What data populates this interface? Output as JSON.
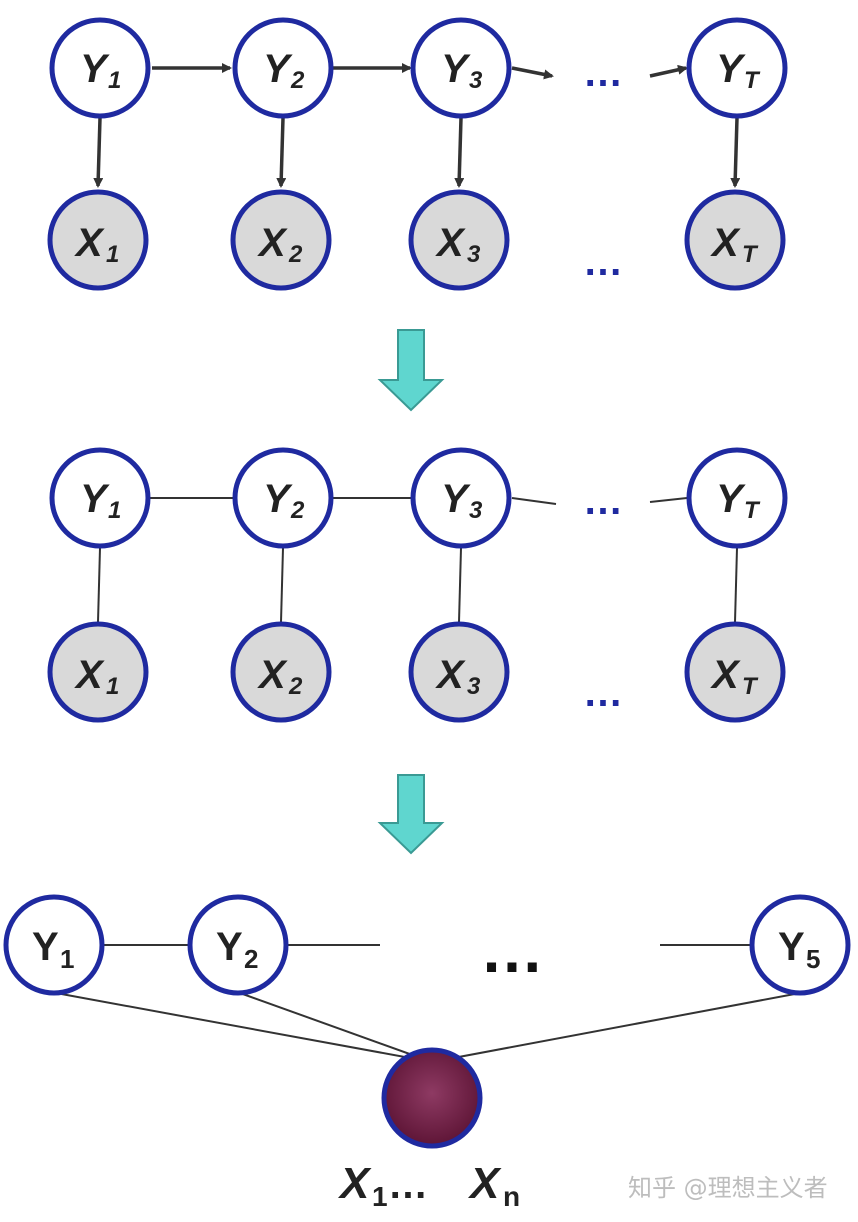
{
  "panel1": {
    "hidden": [
      {
        "letter": "Y",
        "sub": "1"
      },
      {
        "letter": "Y",
        "sub": "2"
      },
      {
        "letter": "Y",
        "sub": "3"
      },
      {
        "letter": "Y",
        "sub": "T"
      }
    ],
    "observed": [
      {
        "letter": "X",
        "sub": "1"
      },
      {
        "letter": "X",
        "sub": "2"
      },
      {
        "letter": "X",
        "sub": "3"
      },
      {
        "letter": "X",
        "sub": "T"
      }
    ],
    "ellipsis": "…"
  },
  "panel2": {
    "hidden": [
      {
        "letter": "Y",
        "sub": "1"
      },
      {
        "letter": "Y",
        "sub": "2"
      },
      {
        "letter": "Y",
        "sub": "3"
      },
      {
        "letter": "Y",
        "sub": "T"
      }
    ],
    "observed": [
      {
        "letter": "X",
        "sub": "1"
      },
      {
        "letter": "X",
        "sub": "2"
      },
      {
        "letter": "X",
        "sub": "3"
      },
      {
        "letter": "X",
        "sub": "T"
      }
    ],
    "ellipsis": "…"
  },
  "panel3": {
    "hidden": [
      {
        "letter": "Y",
        "sub": "1"
      },
      {
        "letter": "Y",
        "sub": "2"
      },
      {
        "letter": "Y",
        "sub": "5"
      }
    ],
    "ellipsis": "…",
    "observed_label": {
      "letter1": "X",
      "sub1": "1",
      "mid": " … ",
      "letter2": "X",
      "sub2": "n"
    }
  },
  "colors": {
    "node_stroke": "#1f2aa0",
    "observed_fill": "#d9d9d9",
    "arrow_fill": "#5fd6cf",
    "big_node_fill": "#7a2048"
  },
  "watermark": "知乎 @理想主义者"
}
